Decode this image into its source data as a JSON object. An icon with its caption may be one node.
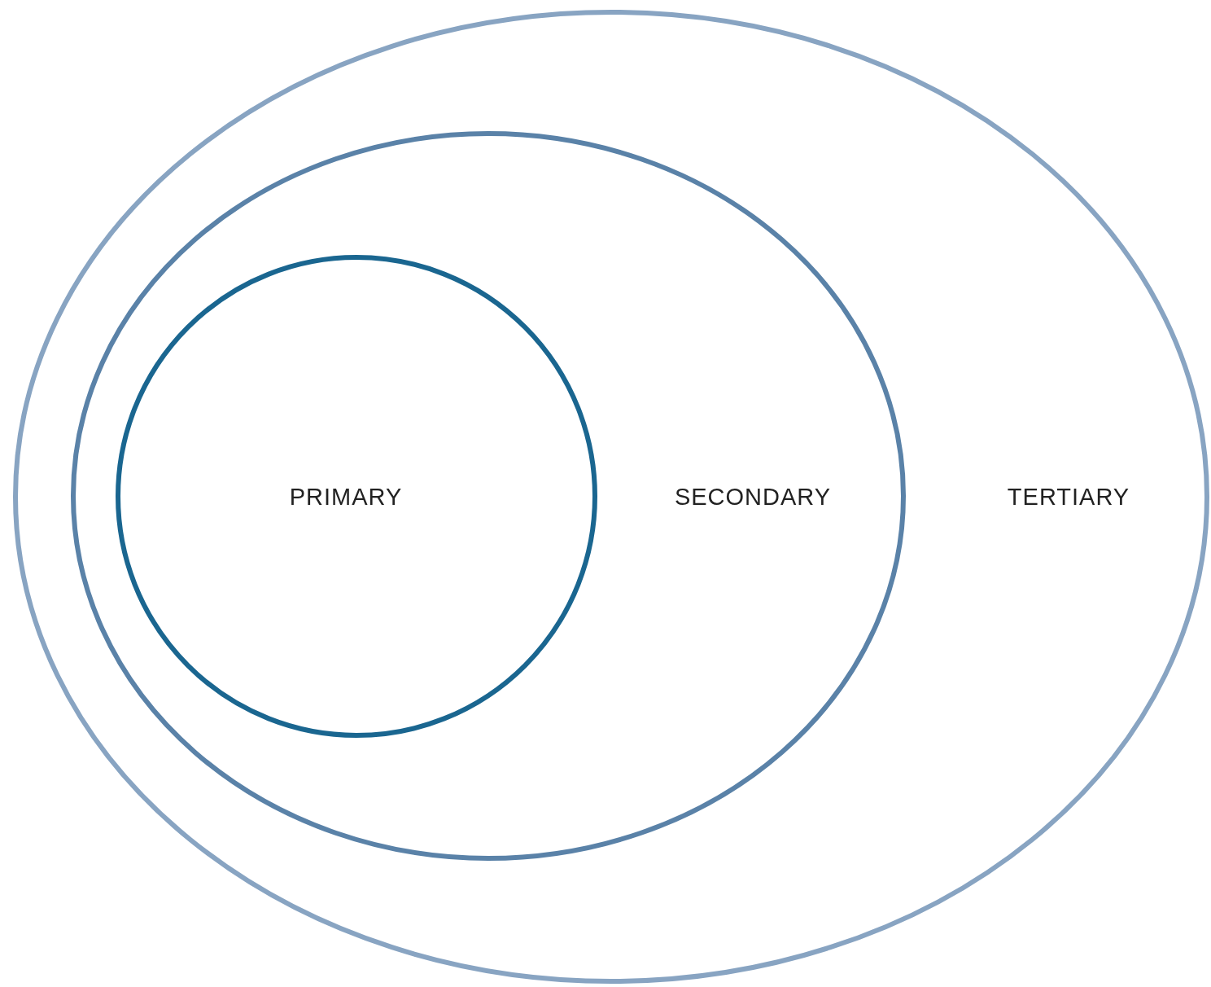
{
  "diagram": {
    "nodes": [
      {
        "text": [
          "TERTIARY"
        ]
      },
      {
        "text": [
          "SECONDARY"
        ],
        "in": 0
      },
      {
        "text": [
          "PRIMARY"
        ],
        "in": 1
      }
    ]
  }
}
